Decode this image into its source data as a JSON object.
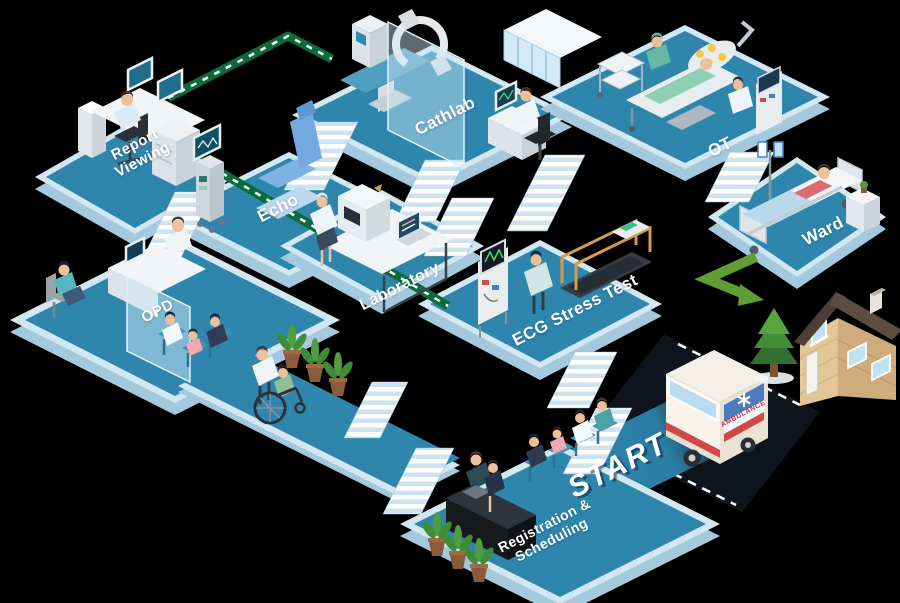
{
  "stations": [
    {
      "id": "report-viewing",
      "label": "Report Viewing"
    },
    {
      "id": "echo",
      "label": "Echo"
    },
    {
      "id": "cathlab",
      "label": "Cathlab"
    },
    {
      "id": "ot",
      "label": "OT"
    },
    {
      "id": "ward",
      "label": "Ward"
    },
    {
      "id": "opd",
      "label": "OPD"
    },
    {
      "id": "laboratory",
      "label": "Laboratory"
    },
    {
      "id": "ecg-stress-test",
      "label": "ECG Stress Test"
    },
    {
      "id": "registration-scheduling",
      "label": "Registration & Scheduling"
    }
  ],
  "start": {
    "label": "START"
  },
  "ambulance": {
    "label": "AMBULANCE"
  },
  "connections": [
    {
      "type": "green-dashed-route",
      "from": "Report Viewing",
      "to": "Cathlab"
    },
    {
      "type": "green-dashed-route",
      "from": "Report Viewing",
      "to": "ECG Stress Test",
      "via": [
        "Echo",
        "Laboratory"
      ]
    },
    {
      "type": "green-arrow",
      "from": "Ward",
      "to": "house"
    },
    {
      "type": "road",
      "from": "house",
      "to": "START ramp",
      "vehicle": "ambulance"
    }
  ],
  "scenes": {
    "report_viewing": [
      "radiologist at desk",
      "dual monitors",
      "drawer cabinet",
      "office chair"
    ],
    "echo": [
      "ultrasound cart",
      "exam chair"
    ],
    "cathlab": [
      "c-arm machine",
      "cath table",
      "glass partition",
      "operator desk with monitor"
    ],
    "ot": [
      "operating table with patient",
      "surgical light",
      "surgeon",
      "nurse",
      "instrument trolley",
      "supply cabinet",
      "monitor cart"
    ],
    "ward": [
      "hospital bed with patient",
      "iv pole",
      "bedside cabinet"
    ],
    "opd": [
      "doctor at desk",
      "patient on chair",
      "waiting patients",
      "glass partition"
    ],
    "laboratory": [
      "lab analyzer",
      "bench",
      "lab technician"
    ],
    "ecg_stress_test": [
      "treadmill",
      "ecg monitor cart",
      "technician"
    ],
    "registration_scheduling": [
      "reception desk",
      "receptionist",
      "waiting queue",
      "potted plants"
    ],
    "corridor": [
      "doctor pushing wheelchair patient",
      "potted plants",
      "staircases"
    ],
    "outside": [
      "ambulance on road",
      "house",
      "tree"
    ]
  },
  "colors": {
    "background": "#000000",
    "platform_top": "#2E86AD",
    "platform_rim": "#D2E7F2",
    "platform_side": "#A5C9DC",
    "stairs_light": "#FFFFFF",
    "stairs_dark": "#CFE3EF",
    "route_green": "#0B6B3C",
    "route_dash": "#FFFFFF",
    "arrow_green": "#5F9E35",
    "road": "#0F141C",
    "road_dash": "#FFFFFF",
    "ambulance_stripe_red": "#D04848",
    "ambulance_panel_blue": "#4A7CC2",
    "label_text": "#FFFFFF"
  }
}
